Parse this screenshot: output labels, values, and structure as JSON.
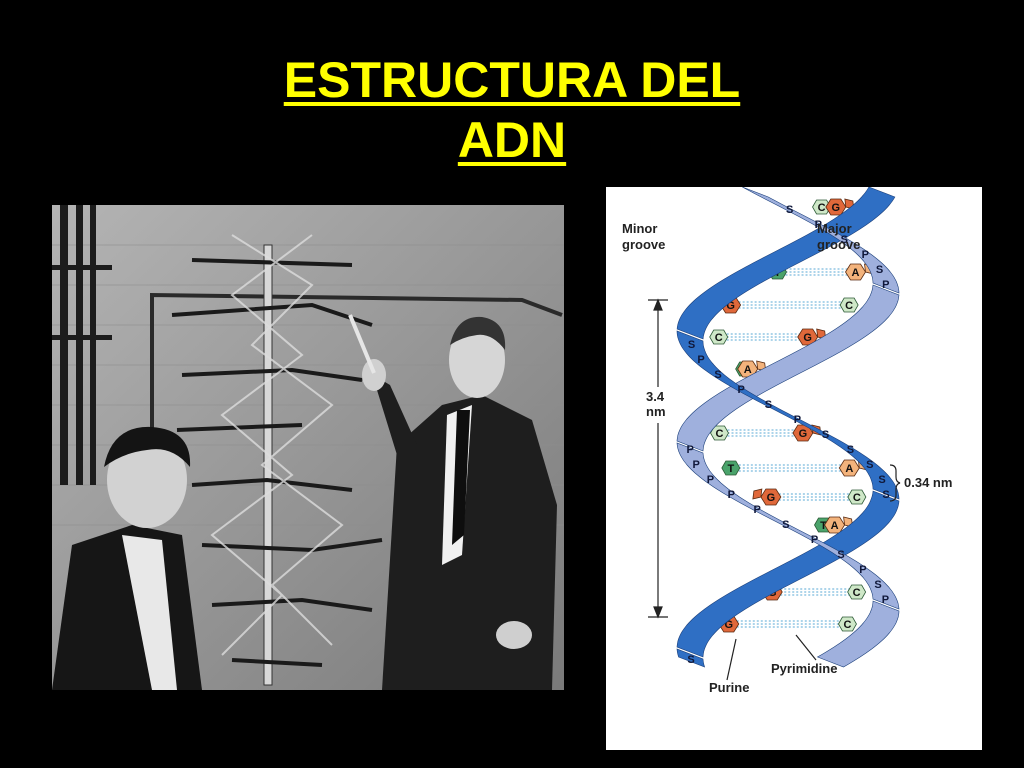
{
  "slide": {
    "title_line1": "ESTRUCTURA DEL",
    "title_line2": "ADN",
    "title_color": "#ffff00",
    "background": "#000000"
  },
  "diagram": {
    "minor_groove": [
      "Minor",
      "groove"
    ],
    "major_groove": [
      "Major",
      "groove"
    ],
    "turn_length": [
      "3.4",
      "nm"
    ],
    "base_spacing": "0.34 nm",
    "purine_label": "Purine",
    "pyrimidine_label": "Pyrimidine",
    "backbone_letters": [
      "S",
      "P"
    ],
    "base_pairs": [
      [
        "C",
        "G"
      ],
      [
        "T",
        "A"
      ],
      [
        "G",
        "C"
      ],
      [
        "C",
        "G"
      ],
      [
        "T",
        "A"
      ],
      [
        "C",
        "G"
      ],
      [
        "T",
        "A"
      ],
      [
        "G",
        "C"
      ],
      [
        "T",
        "A"
      ],
      [
        "G",
        "C"
      ],
      [
        "G",
        "C"
      ]
    ],
    "colors": {
      "strand_dark": "#2f6fc4",
      "strand_light": "#9fb0dd",
      "purine_G": "#e0683a",
      "purine_A": "#f3b37c",
      "pyrimidine_C": "#cfe8c8",
      "pyrimidine_T": "#4aa36b",
      "hbond": "#5aa9d6"
    }
  }
}
